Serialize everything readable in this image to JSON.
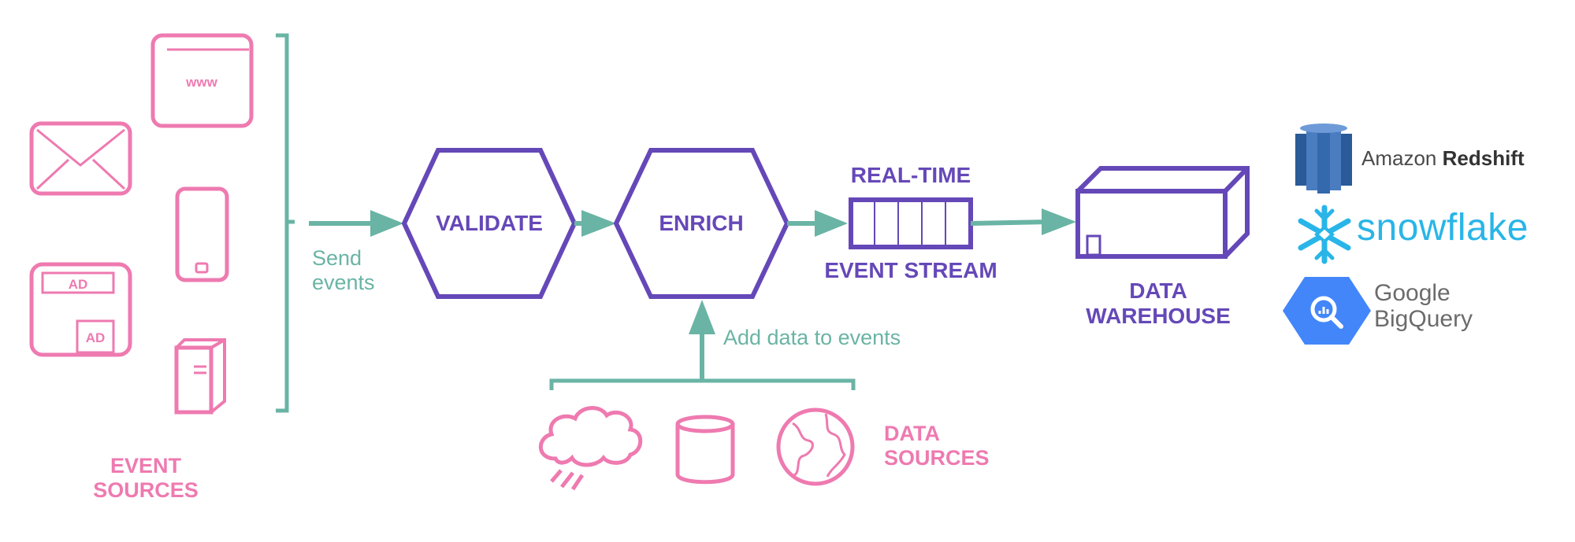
{
  "event_sources": {
    "label_line1": "EVENT",
    "label_line2": "SOURCES",
    "web_icon_text": "www",
    "ad_top_text": "AD",
    "ad_bottom_text": "AD"
  },
  "send_events": {
    "line1": "Send",
    "line2": "events"
  },
  "validate": {
    "label": "VALIDATE"
  },
  "enrich": {
    "label": "ENRICH"
  },
  "event_stream": {
    "top_label": "REAL-TIME",
    "bottom_label": "EVENT STREAM"
  },
  "warehouse": {
    "line1": "DATA",
    "line2": "WAREHOUSE"
  },
  "add_data": {
    "label": "Add data to events"
  },
  "data_sources": {
    "line1": "DATA",
    "line2": "SOURCES"
  },
  "brands": {
    "redshift": {
      "prefix": "Amazon ",
      "name": "Redshift"
    },
    "snowflake": {
      "name": "snowflake"
    },
    "bigquery": {
      "line1": "Google",
      "line2": "BigQuery"
    }
  },
  "colors": {
    "pink": "#EE7AB0",
    "teal": "#6AB4A5",
    "purple": "#6548B8",
    "snowflake_blue": "#29B5E8",
    "redshift_blue": "#3F6FB5",
    "bigquery_blue": "#4386FA"
  }
}
